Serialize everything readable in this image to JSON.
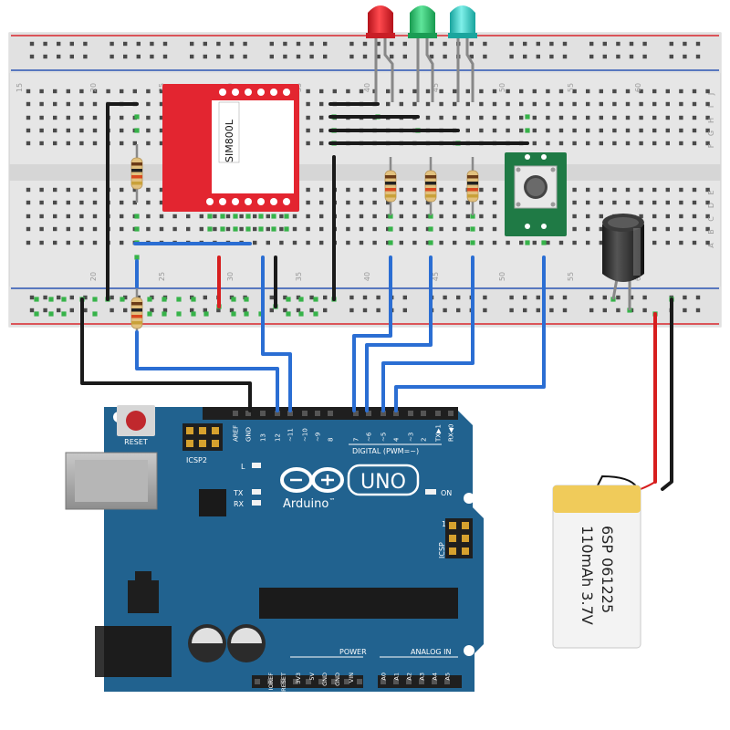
{
  "breadboard": {
    "col_numbers_top": [
      "15",
      "20",
      "25",
      "30",
      "35",
      "40",
      "45",
      "50",
      "55",
      "60"
    ],
    "col_numbers_bottom": [
      "20",
      "25",
      "30",
      "35",
      "40",
      "45",
      "50",
      "55",
      "60"
    ],
    "row_letters_top": [
      "J",
      "I",
      "H",
      "G",
      "F"
    ],
    "row_letters_bottom": [
      "E",
      "D",
      "C",
      "B",
      "A"
    ]
  },
  "gsm_module": {
    "label": "SIM800L"
  },
  "battery": {
    "line1": "6SP 061225",
    "line2": "110mAh 3.7V"
  },
  "arduino": {
    "brand": "Arduino",
    "trademark": "™",
    "model": "UNO",
    "reset_label": "RESET",
    "icsp2_label": "ICSP2",
    "icsp_label": "ICSP",
    "icsp_pin1": "1",
    "led_l": "L",
    "led_tx": "TX",
    "led_rx": "RX",
    "led_on": "ON",
    "digital_label": "DIGITAL (PWM=~)",
    "power_label": "POWER",
    "analog_label": "ANALOG IN",
    "digital_pins": [
      "AREF",
      "GND",
      "13",
      "12",
      "~11",
      "~10",
      "~9",
      "8",
      "7",
      "~6",
      "~5",
      "4",
      "~3",
      "2",
      "TX▶1",
      "RX◀0"
    ],
    "power_pins": [
      "IOREF",
      "RESET",
      "3V3",
      "5V",
      "GND",
      "GND",
      "VIN"
    ],
    "analog_pins": [
      "A0",
      "A1",
      "A2",
      "A3",
      "A4",
      "A5"
    ]
  },
  "colors": {
    "board_teal": "#21628f",
    "breadboard": "#e8e8e8",
    "rail_red": "#d9262c",
    "rail_blue": "#2a56b4",
    "wire_blue": "#2b6ed3",
    "wire_black": "#1a1a1a",
    "wire_red": "#d71e1e",
    "module_red": "#e32530",
    "led_red": "#e8202a",
    "led_green": "#27c46a",
    "led_cyan": "#2fd1c8",
    "battery_yellow": "#f3d36b"
  }
}
